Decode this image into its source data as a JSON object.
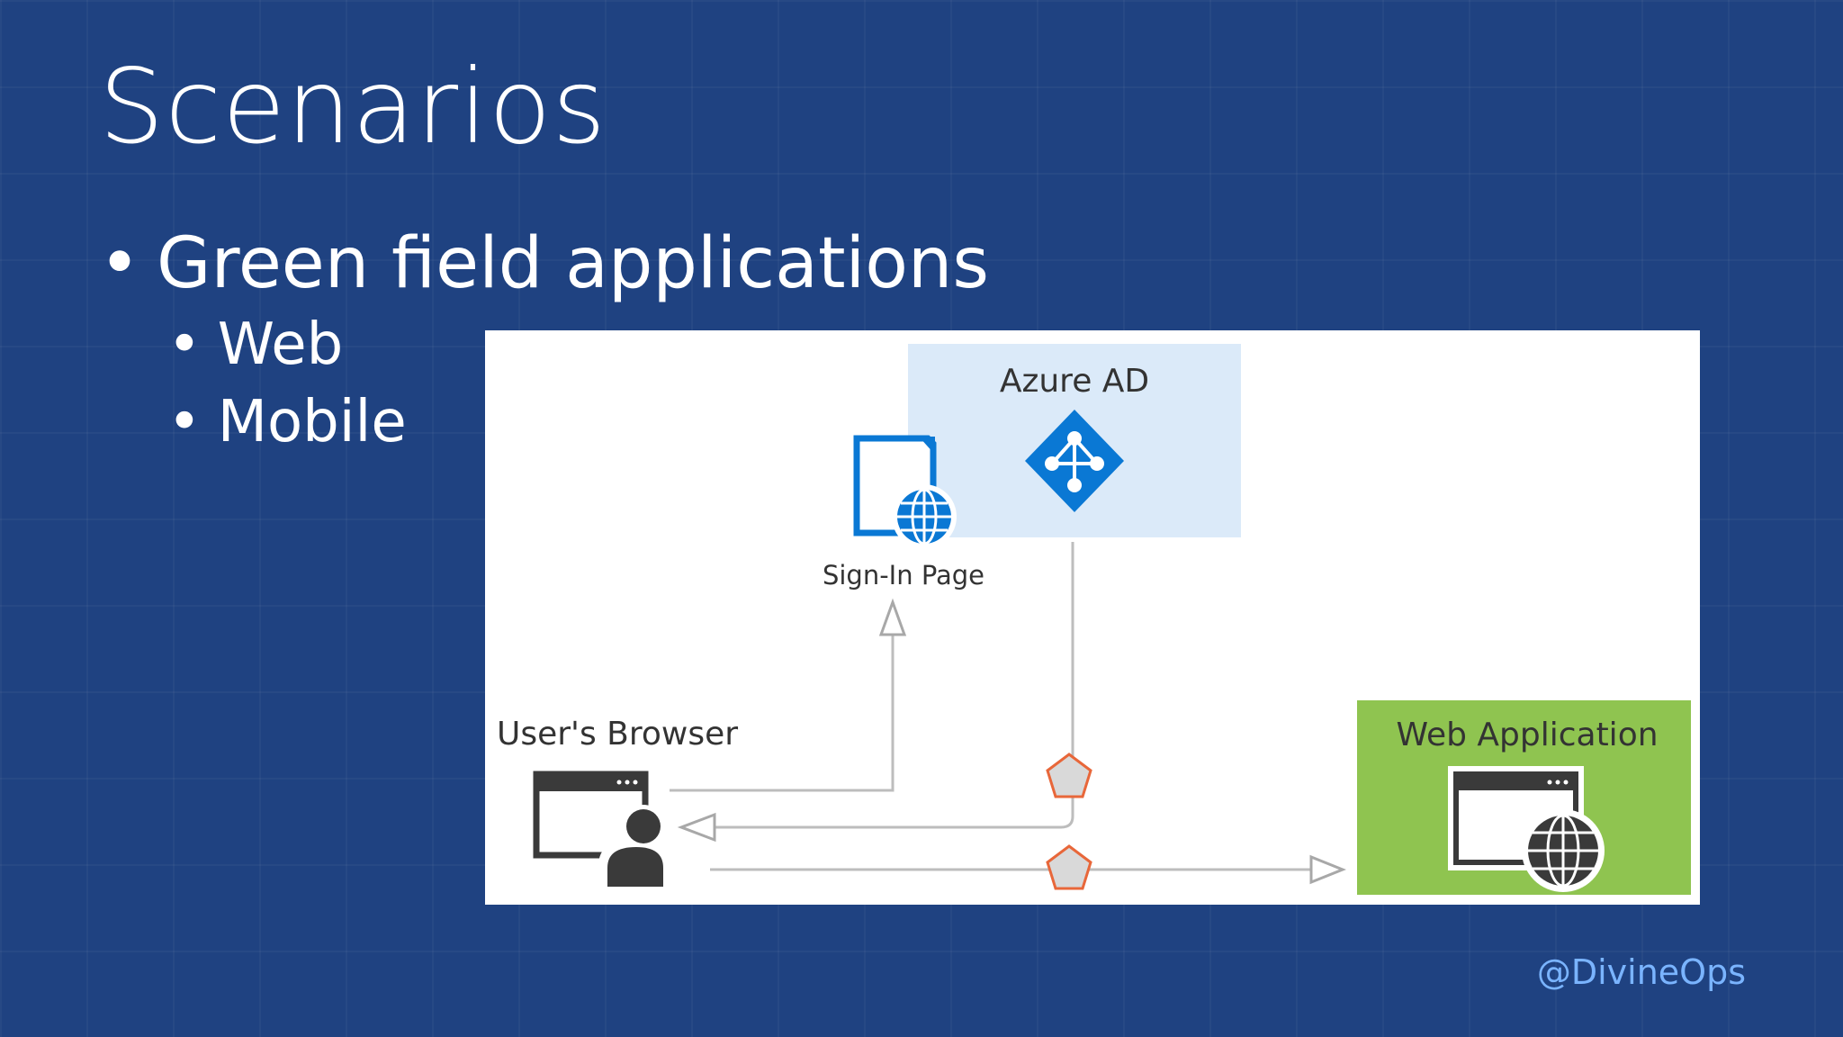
{
  "slide": {
    "title": "Scenarios",
    "bullets": {
      "main": "Green field applications",
      "sub": [
        "Web",
        "Mobile"
      ]
    },
    "handle": "@DivineOps"
  },
  "diagram": {
    "azure_ad_label": "Azure AD",
    "sign_in_label": "Sign-In Page",
    "browser_label": "User's Browser",
    "webapp_label": "Web Application",
    "colors": {
      "azure_box": "#dbeaf9",
      "webapp_box": "#8fc450",
      "azure_blue": "#0a78d4",
      "connector": "#bdbdbd",
      "token": "#e8673a",
      "icon_dark": "#3a3a3a"
    },
    "icons": [
      "azure-ad-icon",
      "sign-in-page-icon",
      "globe-icon",
      "browser-window-icon",
      "user-icon",
      "token-pentagon-icon"
    ]
  }
}
